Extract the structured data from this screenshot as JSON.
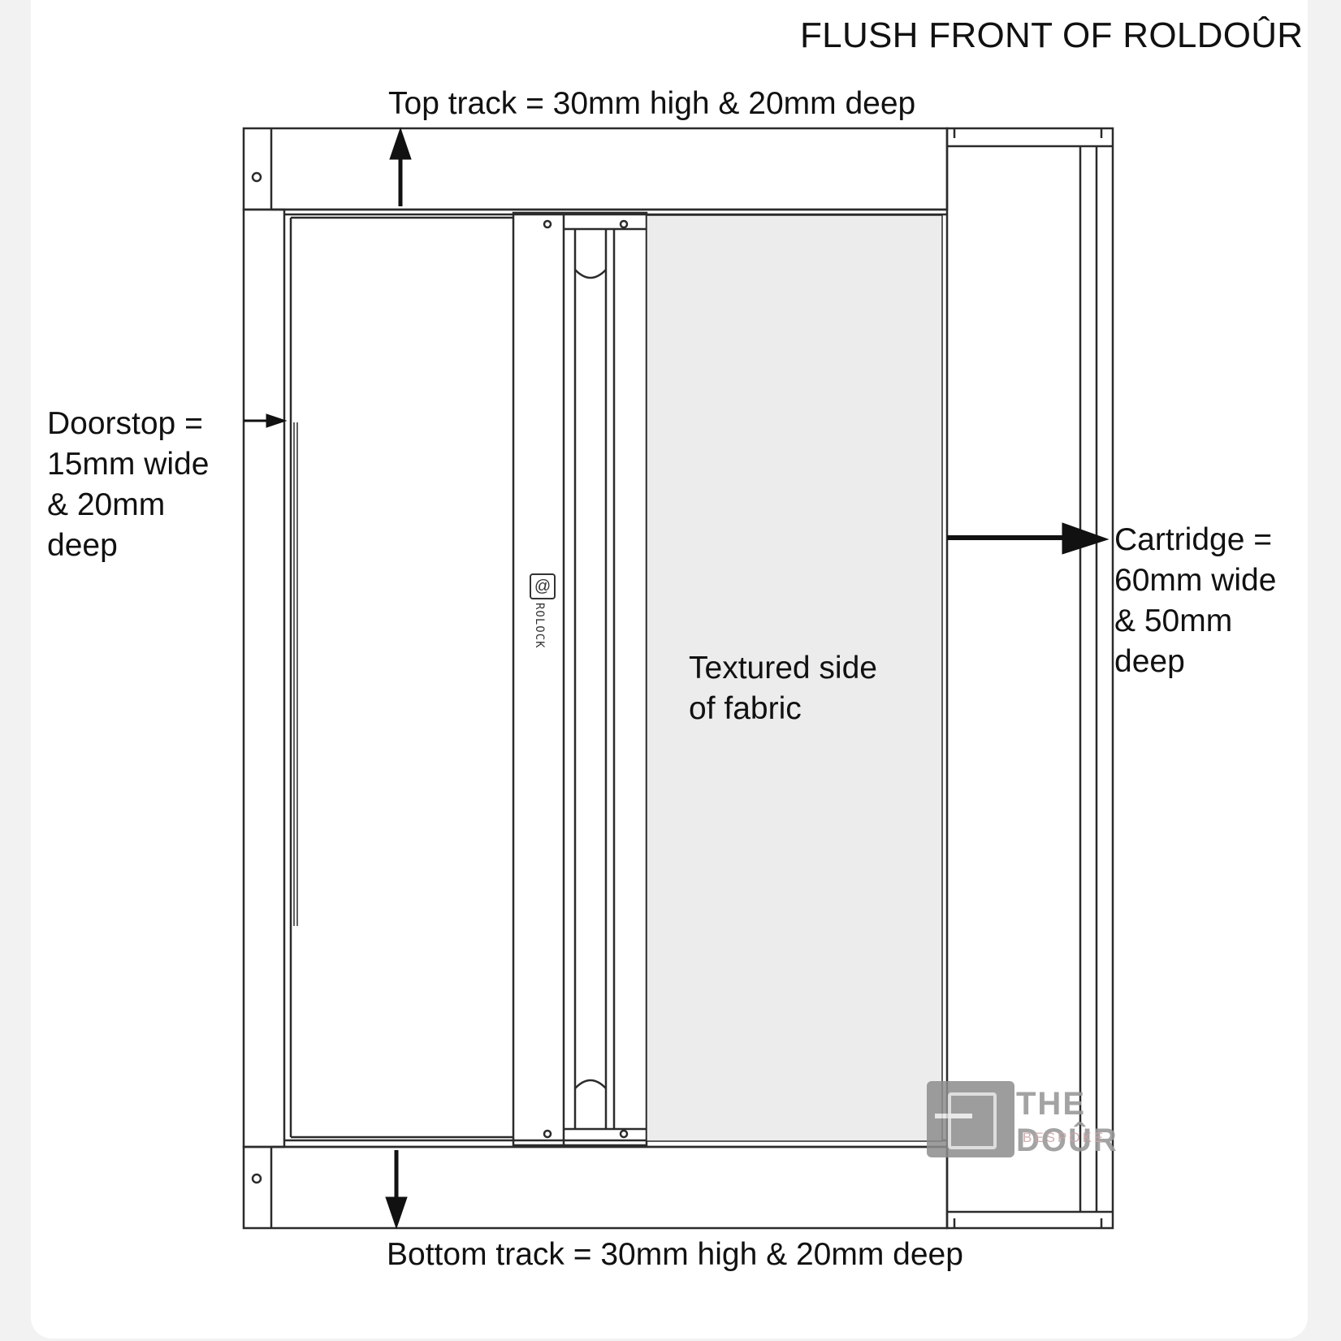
{
  "title": "FLUSH FRONT OF ROLDOÛR",
  "labels": {
    "top_track": "Top track = 30mm high & 20mm deep",
    "doorstop": "Doorstop =\n15mm wide\n& 20mm\ndeep",
    "cartridge": "Cartridge =\n60mm wide\n& 50mm\ndeep",
    "fabric": "Textured side\nof fabric",
    "bottom_track": "Bottom track = 30mm high & 20mm deep"
  },
  "brand_on_bar": "ROLOCK",
  "logo": {
    "name": "THE DOÛR",
    "sub": "BESPOKE"
  },
  "colors": {
    "line": "#2b2b2b",
    "fabric": "#ececec",
    "background": "#ffffff"
  }
}
